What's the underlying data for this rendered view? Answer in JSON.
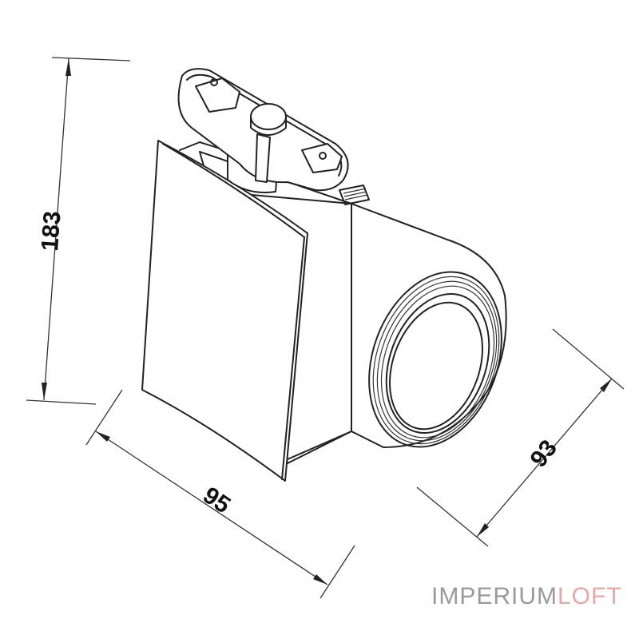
{
  "drawing": {
    "subject": "track spotlight dimension drawing",
    "units": "mm",
    "dimensions": {
      "height": {
        "value": "183",
        "label": "183"
      },
      "width": {
        "value": "95",
        "label": "95"
      },
      "lens_diameter": {
        "value": "93",
        "label": "93"
      }
    }
  },
  "watermark": {
    "part1": "IMPERIUM",
    "part2": "LOFT",
    "colors": {
      "part1": "#9a9a9a",
      "part2": "#e7a7a7"
    }
  },
  "colors": {
    "line": "#222222",
    "background": "#ffffff"
  }
}
